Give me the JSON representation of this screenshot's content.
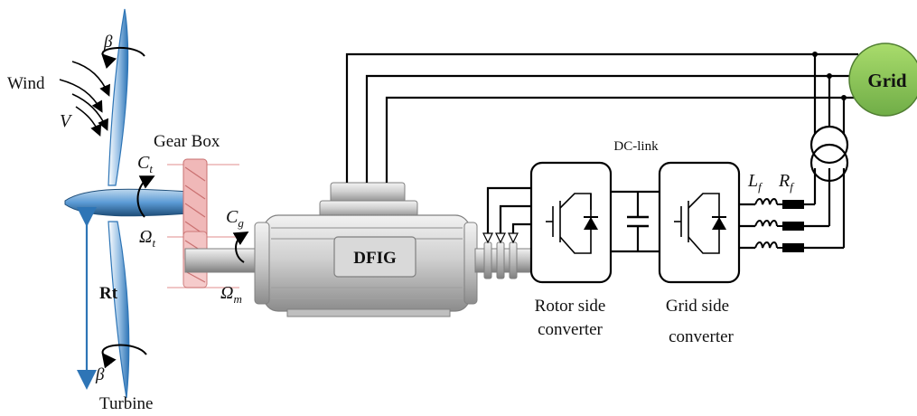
{
  "labels": {
    "wind": "Wind",
    "wind_speed": "V",
    "pitch_top": "β",
    "pitch_bottom": "β",
    "turbine": "Turbine",
    "radius": "Rt",
    "gearbox": "Gear Box",
    "turbine_torque": "C",
    "turbine_torque_sub": "t",
    "turbine_speed": "Ω",
    "turbine_speed_sub": "t",
    "generator_torque": "C",
    "generator_torque_sub": "g",
    "mech_speed": "Ω",
    "mech_speed_sub": "m",
    "generator": "DFIG",
    "dc_link": "DC-link",
    "rsc_line1": "Rotor side",
    "rsc_line2": "converter",
    "gsc_line1": "Grid side",
    "gsc_line2": "converter",
    "filter_inductance": "L",
    "filter_inductance_sub": "f",
    "filter_resistance": "R",
    "filter_resistance_sub": "f",
    "grid": "Grid"
  },
  "colors": {
    "blade": "#5b9bd5",
    "blade_dark": "#2e75b6",
    "gearbox": "#e8a3a3",
    "grid_fill": "#92d050",
    "machine": "#d9d9d9",
    "machine_dark": "#a6a6a6",
    "wire": "#000000"
  }
}
